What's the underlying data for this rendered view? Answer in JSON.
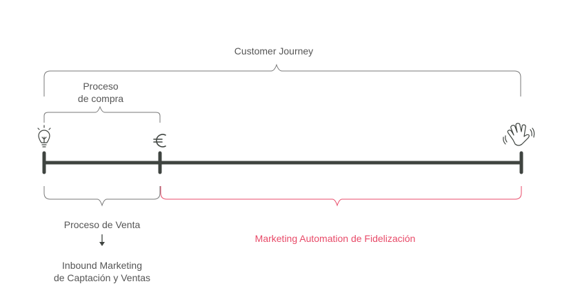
{
  "labels": {
    "customer_journey": "Customer Journey",
    "proceso_compra_line1": "Proceso",
    "proceso_compra_line2": "de compra",
    "proceso_venta": "Proceso de Venta",
    "inbound_line1": "Inbound Marketing",
    "inbound_line2": "de Captación y Ventas",
    "marketing_automation": "Marketing Automation de Fidelización"
  },
  "icons": {
    "start": "lightbulb-icon",
    "middle": "euro-icon",
    "end": "waving-hand-icon"
  },
  "colors": {
    "line": "#3f4440",
    "text": "#555555",
    "accent": "#e84a68",
    "bracket": "#777777"
  }
}
